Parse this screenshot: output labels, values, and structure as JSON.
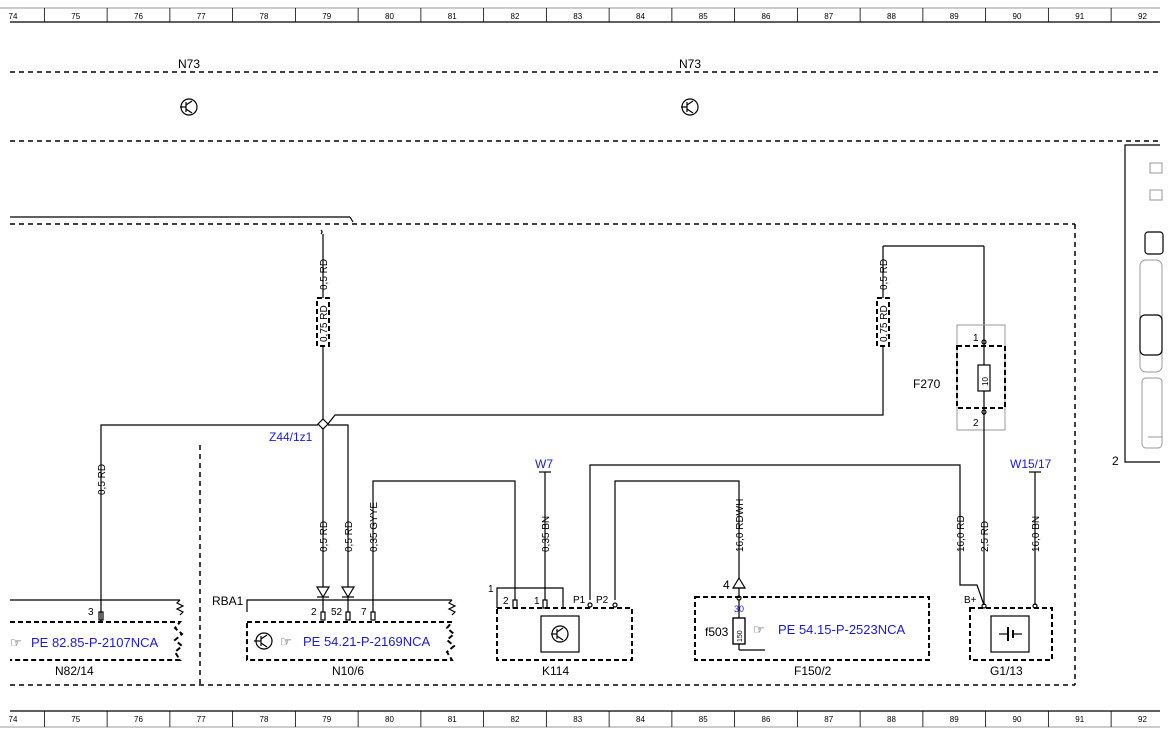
{
  "grid": {
    "columns": [
      "74",
      "75",
      "76",
      "77",
      "78",
      "79",
      "80",
      "81",
      "82",
      "83",
      "84",
      "85",
      "86",
      "87",
      "88",
      "89",
      "90",
      "91",
      "92"
    ]
  },
  "components": {
    "n73_left": "N73",
    "n73_right": "N73",
    "z44": "Z44/1z1",
    "w7": "W7",
    "w15": "W15/17",
    "f270": "F270",
    "n82": "N82/14",
    "n10": "N10/6",
    "k114": "K114",
    "f150": "F150/2",
    "g1": "G1/13",
    "rba1": "RBA1",
    "f503": "f503",
    "fuse10": "10",
    "fuse150": "150"
  },
  "references": {
    "n82_ref": "PE 82.85-P-2107NCA",
    "n10_ref": "PE 54.21-P-2169NCA",
    "f150_ref": "PE 54.15-P-2523NCA"
  },
  "wires": {
    "w_top_05": "0,5 RD",
    "w_top_075": "0,75 RD",
    "w_right_05": "0,5 RD",
    "w_right_075": "0,75 RD",
    "w_left_05": "0,5 RD",
    "w_n10_a": "0,5 RD",
    "w_n10_b": "0,5 RD",
    "w_gyye": "0,35 GYYE",
    "w_bn": "0,35 BN",
    "w_rdwh": "16,0 RDWH",
    "w_g1_rd16": "16,0 RD",
    "w_g1_rd25": "2,5 RD",
    "w_g1_bn": "16,0 BN"
  },
  "pins": {
    "n82_3": "3",
    "n10_2": "2",
    "n10_52": "52",
    "n10_7": "7",
    "k114_1": "1",
    "k114_2": "2",
    "k114_1b": "1",
    "k114_p1": "P1",
    "k114_p2": "P2",
    "f150_4": "4",
    "f150_30": "30",
    "g1_bplus": "B+",
    "f270_1": "1",
    "f270_2": "2",
    "edge_2": "2"
  }
}
